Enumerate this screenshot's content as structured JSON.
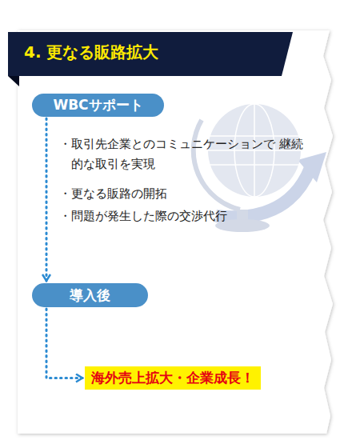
{
  "diagram": {
    "title": "4. 更なる販路拡大",
    "nodes": [
      {
        "text": [
          "WBCサポート"
        ]
      },
      {
        "text": [
          "導入後"
        ]
      },
      {
        "text": [
          "海外売上拡大・企業成長！"
        ]
      }
    ],
    "edges": [
      {
        "from": 0,
        "to": 1,
        "arrow": "to"
      },
      {
        "from": 1,
        "to": 2,
        "arrow": "to"
      }
    ],
    "labels": [
      "・取引先企業とのコミュニケーションで 継続的な取引を実現",
      "・更なる販路の開拓",
      "・問題が発生した際の交渉代行"
    ]
  }
}
